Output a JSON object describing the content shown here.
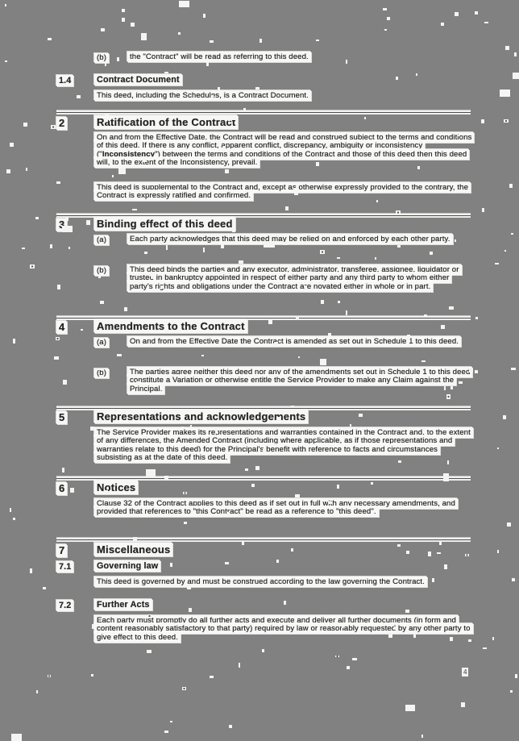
{
  "page_number": "4",
  "intro_item": {
    "label": "(b)",
    "text": "the \"Contract\" will be read as referring to this deed."
  },
  "sections": {
    "s1_4": {
      "number": "1.4",
      "title": "Contract Document",
      "body": "This deed, including the Schedules, is a Contract Document."
    },
    "s2": {
      "number": "2",
      "title": "Ratification of the Contract",
      "p1_pre": "On and from the Effective Date, the Contract will be read and construed subject to the terms and conditions of this deed. If there is any conflict, apparent conflict, discrepancy, ambiguity or inconsistency (\"",
      "p1_bold": "Inconsistency",
      "p1_post": "\") between the terms and conditions of the Contract and those of this deed then this deed will, to the extent of the Inconsistency, prevail.",
      "p2": "This deed is supplemental to the Contract and, except as otherwise expressly provided to the contrary, the Contract is expressly ratified and confirmed."
    },
    "s3": {
      "number": "3",
      "title": "Binding effect of this deed",
      "a_label": "(a)",
      "a_text": "Each party acknowledges that this deed may be relied on and enforced by each other party.",
      "b_label": "(b)",
      "b_text": "This deed binds the parties and any executor, administrator, transferee, assignee, liquidator or trustee in bankruptcy appointed in respect of either party and any third party to whom either party's rights and obligations under the Contract are novated either in whole or in part."
    },
    "s4": {
      "number": "4",
      "title": "Amendments to the Contract",
      "a_label": "(a)",
      "a_text": "On and from the Effective Date the Contract is amended as set out in Schedule 1 to this deed.",
      "b_label": "(b)",
      "b_text": "The parties agree neither this deed nor any of the amendments set out in Schedule 1 to this deed constitute a Variation or otherwise entitle the Service Provider to make any Claim against the Principal."
    },
    "s5": {
      "number": "5",
      "title": "Representations and acknowledgements",
      "body": "The Service Provider makes its representations and warranties contained in the Contract and, to the extent of any differences, the Amended Contract (including where applicable, as if those representations and warranties relate to this deed) for the Principal's benefit with reference to facts and circumstances subsisting as at the date of this deed."
    },
    "s6": {
      "number": "6",
      "title": "Notices",
      "body": "Clause 32 of the Contract applies to this deed as if set out in full with any necessary amendments, and provided that references to \"this Contract\" be read as a reference to \"this deed\"."
    },
    "s7": {
      "number": "7",
      "title": "Miscellaneous"
    },
    "s7_1": {
      "number": "7.1",
      "title": "Governing law",
      "body": "This deed is governed by and must be construed according to the law governing the Contract."
    },
    "s7_2": {
      "number": "7.2",
      "title": "Further Acts",
      "body": "Each party must promptly do all further acts and execute and deliver all further documents (in form and content reasonably satisfactory to that party) required by law or reasonably requested by any other party to give effect to this deed."
    }
  },
  "colors": {
    "scan_gray": "#818181",
    "strip_white": "#f7f7f5",
    "ink": "#262626"
  }
}
